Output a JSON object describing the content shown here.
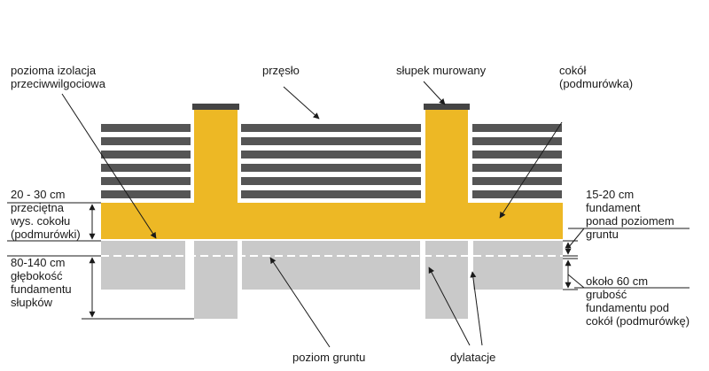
{
  "labels": {
    "isolation": [
      "pozioma izolacja",
      "przeciwwilgociowa"
    ],
    "span": "przęsło",
    "pillar": "słupek murowany",
    "plinth": [
      "cokół",
      "(podmurówka)"
    ],
    "plinth_height": [
      "20 - 30 cm",
      "przeciętna",
      "wys. cokołu",
      "(podmurówki)"
    ],
    "foundation_above": [
      "15-20 cm",
      "fundament",
      "ponad poziomem",
      "gruntu"
    ],
    "pillar_depth": [
      "80-140 cm",
      "głębokość",
      "fundamentu",
      "słupków"
    ],
    "foundation_thickness": [
      "około 60 cm",
      "grubość",
      "fundamentu pod",
      "cokół (podmurówkę)"
    ],
    "ground_level": "poziom gruntu",
    "dilatation": "dylatacje"
  },
  "colors": {
    "masonry": "#edb825",
    "foundation": "#c9c9c9",
    "slats": "#555555",
    "cap": "#444444",
    "lines": "#1a1a1a",
    "ground_dash": "#ffffff"
  }
}
